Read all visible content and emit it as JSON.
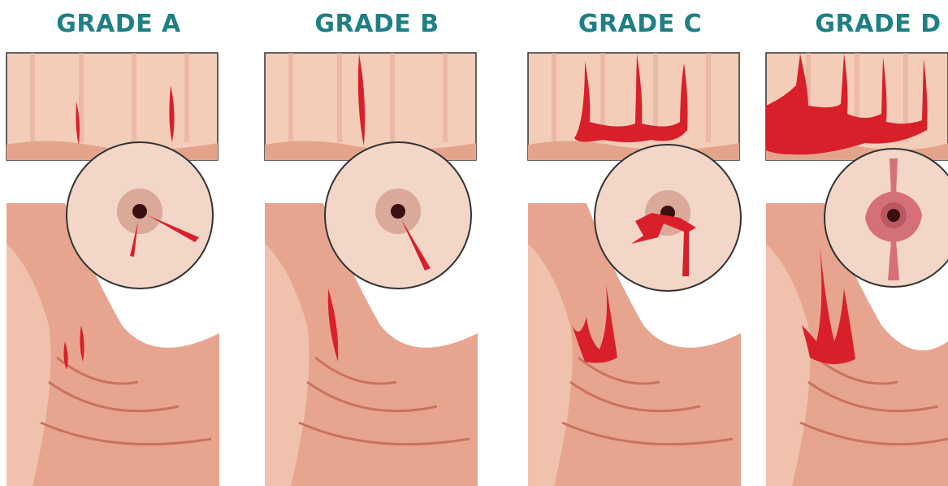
{
  "panels": [
    {
      "title": "GRADE A"
    },
    {
      "title": "GRADE B"
    },
    {
      "title": "GRADE C"
    },
    {
      "title": "GRADE D"
    }
  ],
  "colors": {
    "title": "#1e7f84",
    "mucosa": "#f3cdb8",
    "mucosa_fold": "#e6ad97",
    "tissue": "#e7a58f",
    "tissue_dark": "#c9735f",
    "lesion": "#d91f2a",
    "outline": "#333333"
  }
}
